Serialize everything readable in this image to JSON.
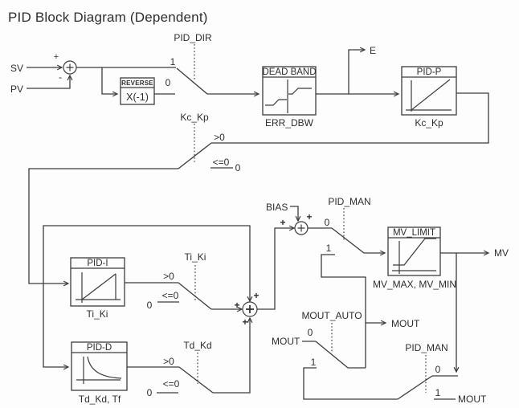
{
  "title": "PID Block Diagram (Dependent)",
  "colors": {
    "line": "#3c3c3c",
    "text": "#2e2e2e",
    "background": "#fdfdfd"
  },
  "labels": {
    "sv": "SV",
    "pv": "PV",
    "plus": "+",
    "minus": "-",
    "one": "1",
    "zero": "0",
    "gt_zero": ">0",
    "le_zero": "<=0",
    "pid_dir": "PID_DIR",
    "reverse": "REVERSE",
    "x_inv": "X(-1)",
    "dead_band": "DEAD BAND",
    "err_dbw": "ERR_DBW",
    "e_out": "E",
    "pid_p": "PID-P",
    "kc_kp": "Kc_Kp",
    "pid_i": "PID-I",
    "ti_ki": "Ti_Ki",
    "pid_d": "PID-D",
    "td_kd": "Td_Kd",
    "td_kd_tf": "Td_Kd, Tf",
    "bias": "BIAS",
    "pid_man": "PID_MAN",
    "mv_limit": "MV_LIMIT",
    "mv_max_min": "MV_MAX, MV_MIN",
    "mv": "MV",
    "mout": "MOUT",
    "mout_auto": "MOUT_AUTO"
  }
}
